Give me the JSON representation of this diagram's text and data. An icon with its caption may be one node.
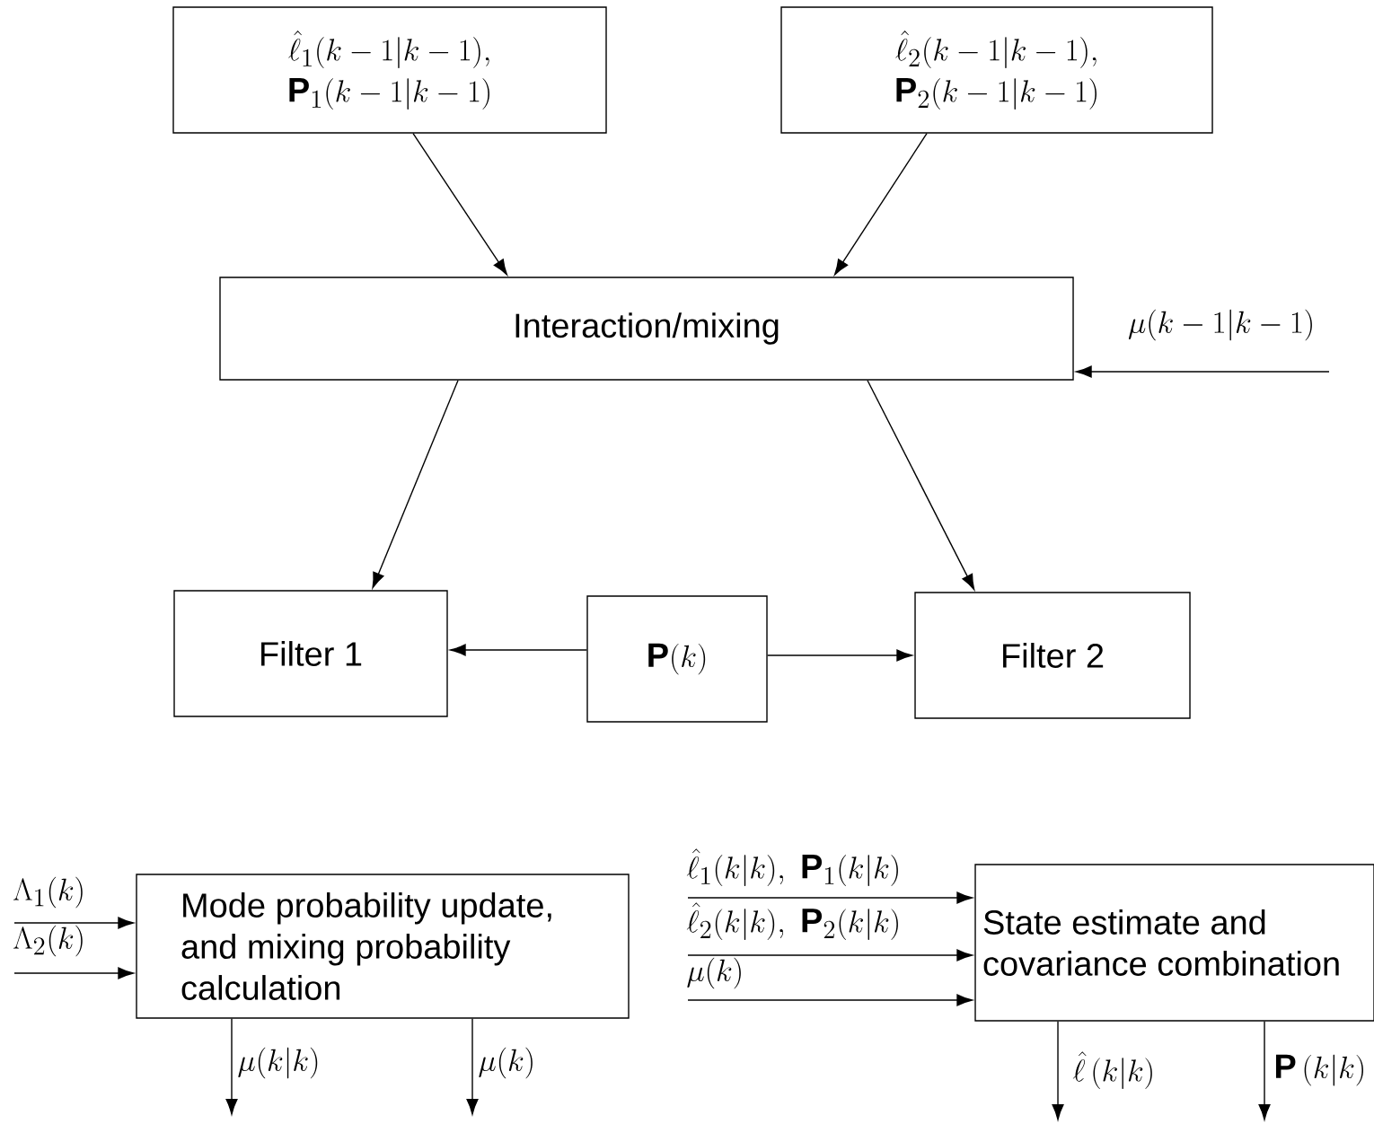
{
  "diagram": {
    "nodes": [
      {
        "text": [
          "\\hat{\\ell}_1(k-1|k-1),",
          "\\mathbf{P}_1(k-1|k-1)"
        ]
      },
      {
        "text": [
          "\\hat{\\ell}_2(k-1|k-1),",
          "\\mathbf{P}_2(k-1|k-1)"
        ]
      },
      {
        "text": [
          "Interaction/mixing"
        ]
      },
      {
        "text": [
          "Filter 1"
        ]
      },
      {
        "text": [
          "\\mathbf{P}(k)"
        ]
      },
      {
        "text": [
          "Filter 2"
        ]
      },
      {
        "text": [
          "Mode probability update, and mixing probability calculation"
        ]
      },
      {
        "text": [
          "State estimate and covariance combination"
        ]
      }
    ],
    "edges": [
      {
        "from": 0,
        "to": 2,
        "arrow": "to"
      },
      {
        "from": 1,
        "to": 2,
        "arrow": "to"
      },
      {
        "from": null,
        "to": 2,
        "arrow": "to",
        "label": "\\mu(k-1|k-1)"
      },
      {
        "from": 2,
        "to": 3,
        "arrow": "to"
      },
      {
        "from": 2,
        "to": 5,
        "arrow": "to"
      },
      {
        "from": 4,
        "to": 3,
        "arrow": "to"
      },
      {
        "from": 4,
        "to": 5,
        "arrow": "to"
      },
      {
        "from": null,
        "to": 6,
        "arrow": "to",
        "label": "\\Lambda_1(k)"
      },
      {
        "from": null,
        "to": 6,
        "arrow": "to",
        "label": "\\Lambda_2(k)"
      },
      {
        "from": 6,
        "to": null,
        "arrow": "to",
        "label": "\\mu(k|k)"
      },
      {
        "from": 6,
        "to": null,
        "arrow": "to",
        "label": "\\mu(k)"
      },
      {
        "from": null,
        "to": 7,
        "arrow": "to",
        "label": "\\hat{\\ell}_1(k|k),\\ \\mathbf{P}_1(k|k)"
      },
      {
        "from": null,
        "to": 7,
        "arrow": "to",
        "label": "\\hat{\\ell}_2(k|k),\\ \\mathbf{P}_2(k|k)"
      },
      {
        "from": null,
        "to": 7,
        "arrow": "to",
        "label": "\\mu(k)"
      },
      {
        "from": 7,
        "to": null,
        "arrow": "to",
        "label": "\\hat{\\ell}\\,(k|k)"
      },
      {
        "from": 7,
        "to": null,
        "arrow": "to",
        "label": "\\mathbf{P}\\,(k|k)"
      }
    ]
  }
}
